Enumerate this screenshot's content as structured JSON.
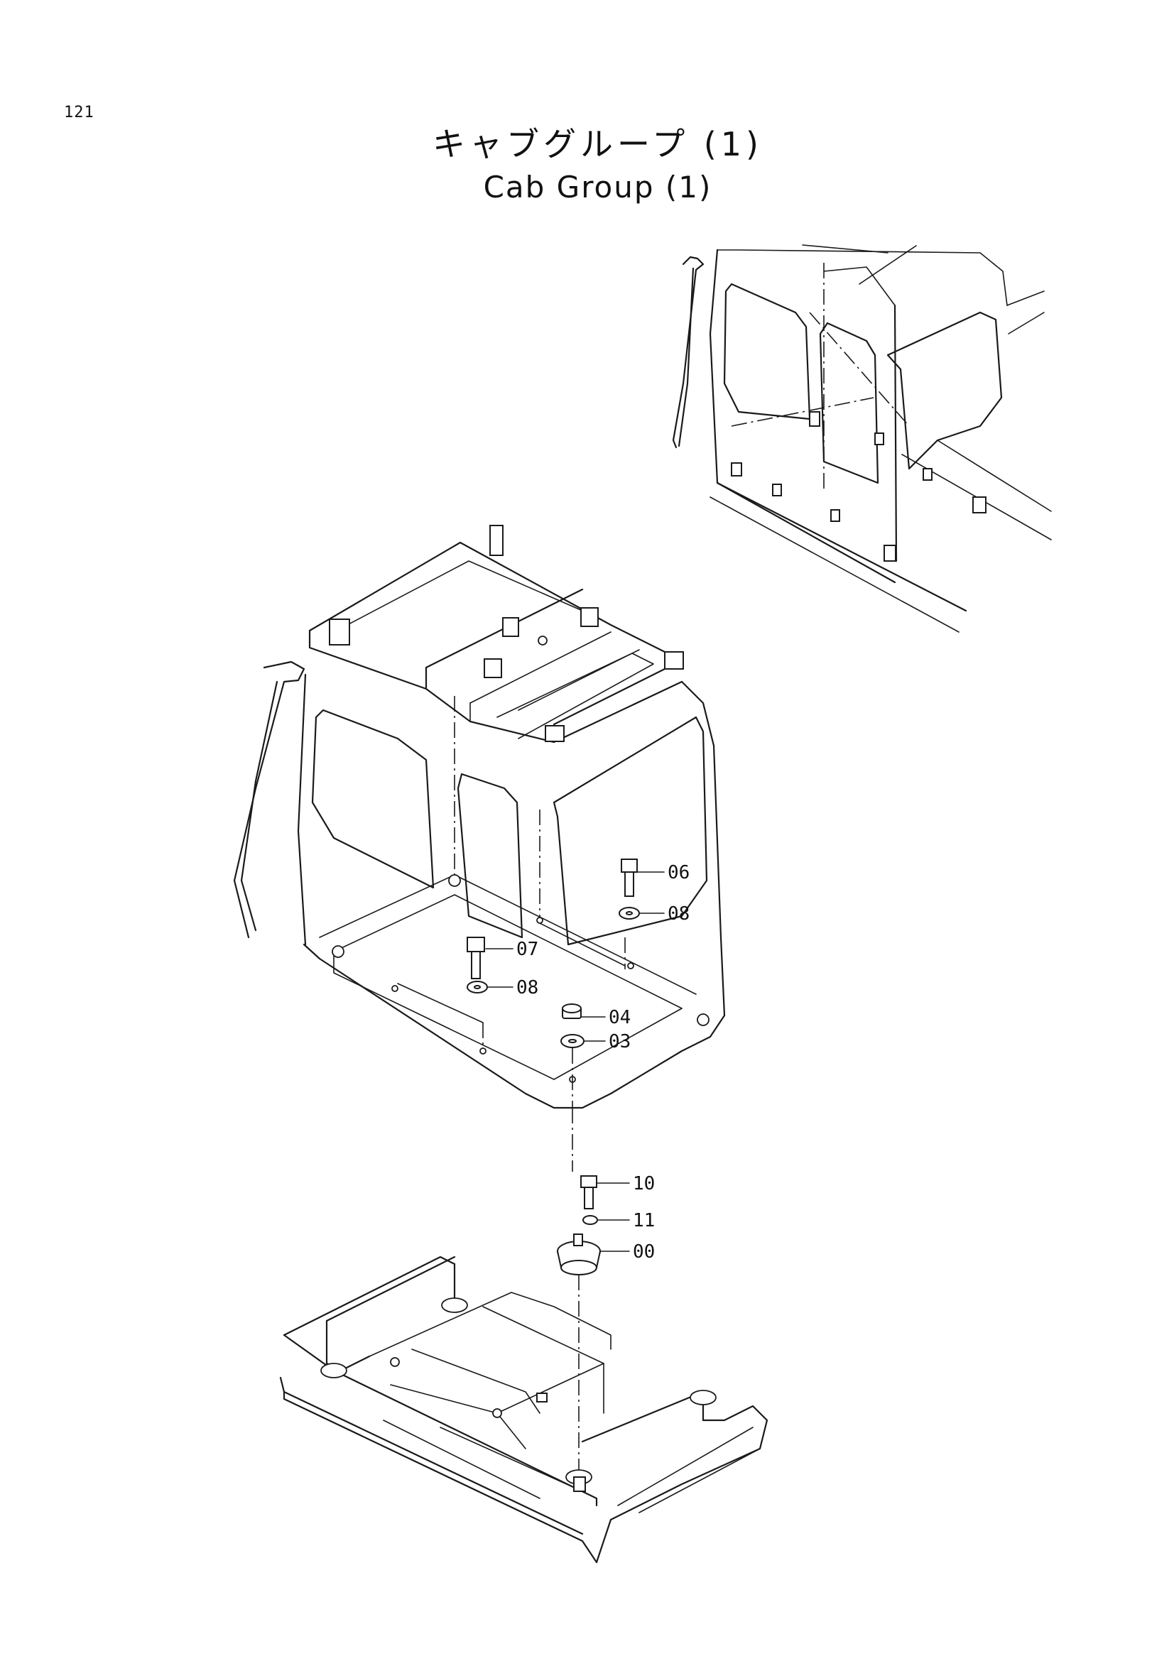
{
  "page": {
    "number": "121"
  },
  "title": {
    "japanese": "キャブグループ (1)",
    "english": "Cab Group (1)"
  },
  "callouts": [
    {
      "id": "callout-06",
      "label": "06"
    },
    {
      "id": "callout-08a",
      "label": "08"
    },
    {
      "id": "callout-07",
      "label": "07"
    },
    {
      "id": "callout-08b",
      "label": "08"
    },
    {
      "id": "callout-04",
      "label": "04"
    },
    {
      "id": "callout-03",
      "label": "03"
    },
    {
      "id": "callout-10",
      "label": "10"
    },
    {
      "id": "callout-11",
      "label": "11"
    },
    {
      "id": "callout-00",
      "label": "00"
    }
  ]
}
